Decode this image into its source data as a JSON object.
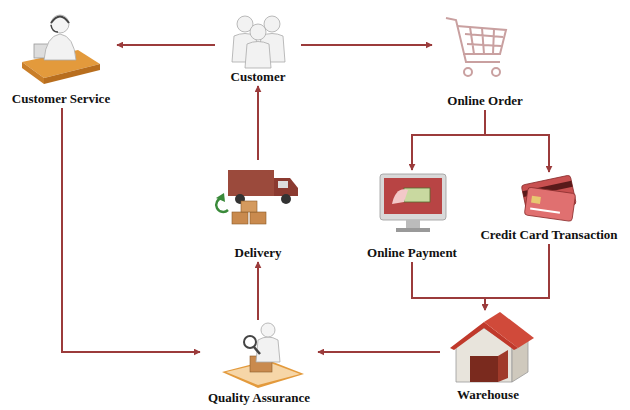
{
  "diagram": {
    "nodes": [
      {
        "text": [
          "Customer Service"
        ]
      },
      {
        "text": [
          "Customer"
        ]
      },
      {
        "text": [
          "Online Order"
        ]
      },
      {
        "text": [
          "Delivery"
        ]
      },
      {
        "text": [
          "Online Payment"
        ]
      },
      {
        "text": [
          "Credit Card Transaction"
        ]
      },
      {
        "text": [
          "Warehouse"
        ]
      },
      {
        "text": [
          "Quality Assurance"
        ]
      }
    ],
    "edges": [
      {
        "from": 1,
        "to": 0,
        "arrow": "to"
      },
      {
        "from": 1,
        "to": 2,
        "arrow": "to"
      },
      {
        "from": 2,
        "to": 4,
        "arrow": "to"
      },
      {
        "from": 2,
        "to": 5,
        "arrow": "to"
      },
      {
        "from": 4,
        "to": 6,
        "arrow": "to"
      },
      {
        "from": 5,
        "to": 6,
        "arrow": "to"
      },
      {
        "from": 6,
        "to": 7,
        "arrow": "to"
      },
      {
        "from": 0,
        "to": 7,
        "arrow": "to"
      },
      {
        "from": 7,
        "to": 3,
        "arrow": "to"
      },
      {
        "from": 3,
        "to": 1,
        "arrow": "to"
      }
    ]
  }
}
